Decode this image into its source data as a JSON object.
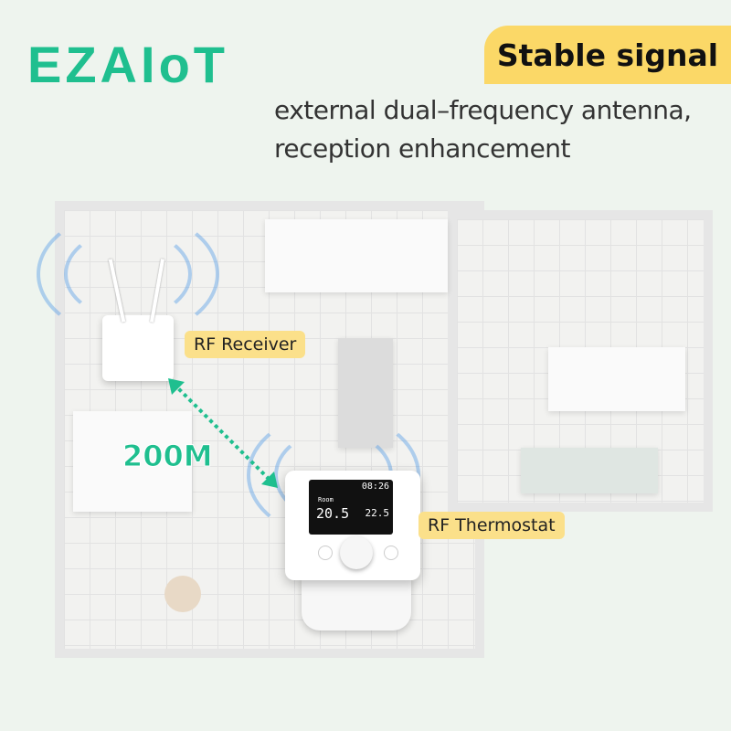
{
  "brand": {
    "logo_text": "EZAIoT",
    "color": "#1fbf8f"
  },
  "headline": {
    "badge": "Stable signal",
    "badge_color": "#fbd867",
    "line1": "external dual–frequency antenna,",
    "line2": "reception enhancement"
  },
  "labels": {
    "receiver": "RF Receiver",
    "thermostat": "RF Thermostat",
    "distance": "200M"
  },
  "thermostat_display": {
    "time": "08:26",
    "room_label": "Room",
    "room_temp": "20.5",
    "set_temp": "22.5"
  }
}
